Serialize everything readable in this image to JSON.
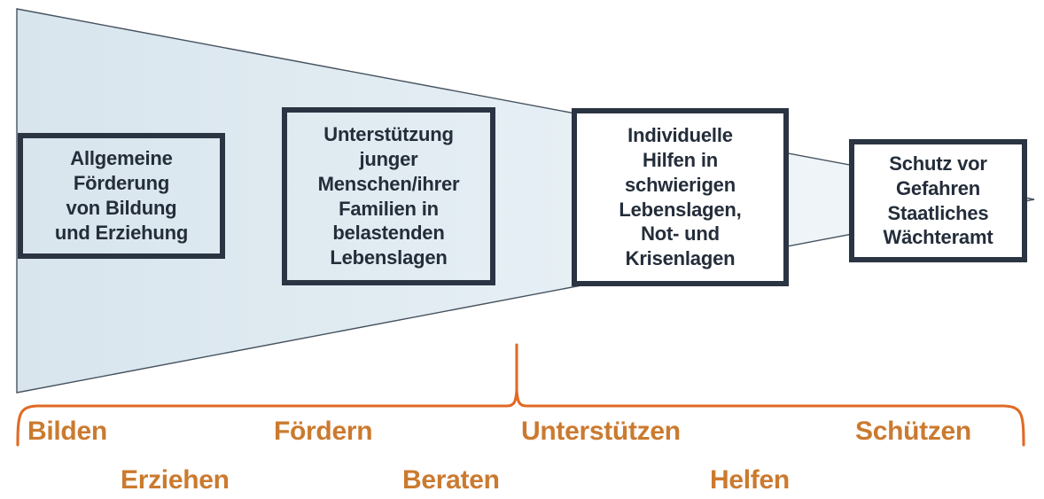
{
  "diagram": {
    "title": "Funnel der Jugendhilfe-Leistungsstufen",
    "colors": {
      "box_border": "#2b3442",
      "box_text": "#242d3a",
      "accent_orange": "#cb7a2f",
      "funnel_fill_left": "#dbe6ee",
      "funnel_fill_right": "#f2f7fa",
      "funnel_outline": "#3c4858",
      "background": "#ffffff"
    },
    "stages": [
      {
        "id": "stage-1",
        "name": "allgemeine-foerderung",
        "text": "Allgemeine\nFörderung\nvon Bildung\nund Erziehung"
      },
      {
        "id": "stage-2",
        "name": "unterstuetzung-junger-menschen",
        "text": "Unterstützung\njunger\nMenschen/ihrer\nFamilien in\nbelastenden\nLebenslagen"
      },
      {
        "id": "stage-3",
        "name": "individuelle-hilfen",
        "text": "Individuelle\nHilfen in\nschwierigen\nLebenslagen,\nNot- und\nKrisenlagen"
      },
      {
        "id": "stage-4",
        "name": "schutz-vor-gefahren",
        "text": "Schutz vor\nGefahren\nStaatliches\nWächteramt"
      }
    ],
    "verbs": {
      "row_upper": [
        {
          "id": "verb-bilden",
          "label": "Bilden"
        },
        {
          "id": "verb-foerdern",
          "label": "Fördern"
        },
        {
          "id": "verb-unterstuetzen",
          "label": "Unterstützen"
        },
        {
          "id": "verb-schuetzen",
          "label": "Schützen"
        }
      ],
      "row_lower": [
        {
          "id": "verb-erziehen",
          "label": "Erziehen"
        },
        {
          "id": "verb-beraten",
          "label": "Beraten"
        },
        {
          "id": "verb-helfen",
          "label": "Helfen"
        }
      ]
    }
  }
}
